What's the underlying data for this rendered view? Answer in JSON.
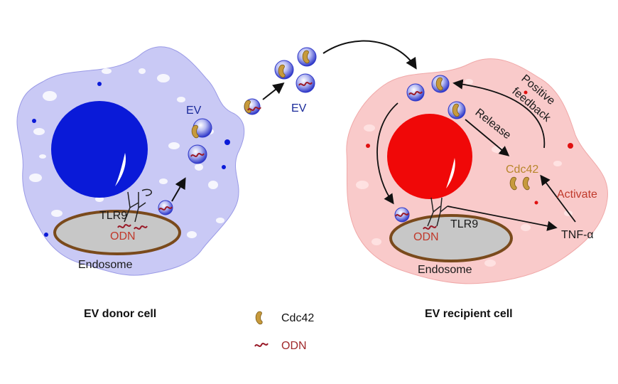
{
  "donor": {
    "caption": "EV donor cell",
    "ev_label": "EV",
    "tlr9_label": "TLR9",
    "odn_label": "ODN",
    "endosome_label": "Endosome"
  },
  "transfer": {
    "ev_label": "EV"
  },
  "recipient": {
    "caption": "EV recipient cell",
    "release_label": "Release",
    "feedback_label_1": "Positive",
    "feedback_label_2": "feedback",
    "cdc42_label": "Cdc42",
    "activate_label": "Activate",
    "tnf_label": "TNF-α",
    "odn_label": "ODN",
    "tlr9_label": "TLR9",
    "endosome_label": "Endosome"
  },
  "legend": {
    "cdc42": "Cdc42",
    "odn": "ODN"
  },
  "colors": {
    "donor_cytoplasm": "#c9c9f5",
    "donor_nucleus": "#0a1ad8",
    "recipient_cytoplasm": "#f9caca",
    "recipient_nucleus": "#f00808",
    "endosome_fill": "#c7c7c7",
    "endosome_border": "#7a4a1c",
    "cdc42": "#c79a3c",
    "odn": "#9a1c2a",
    "ev_vesicle": "#4b52d6"
  }
}
